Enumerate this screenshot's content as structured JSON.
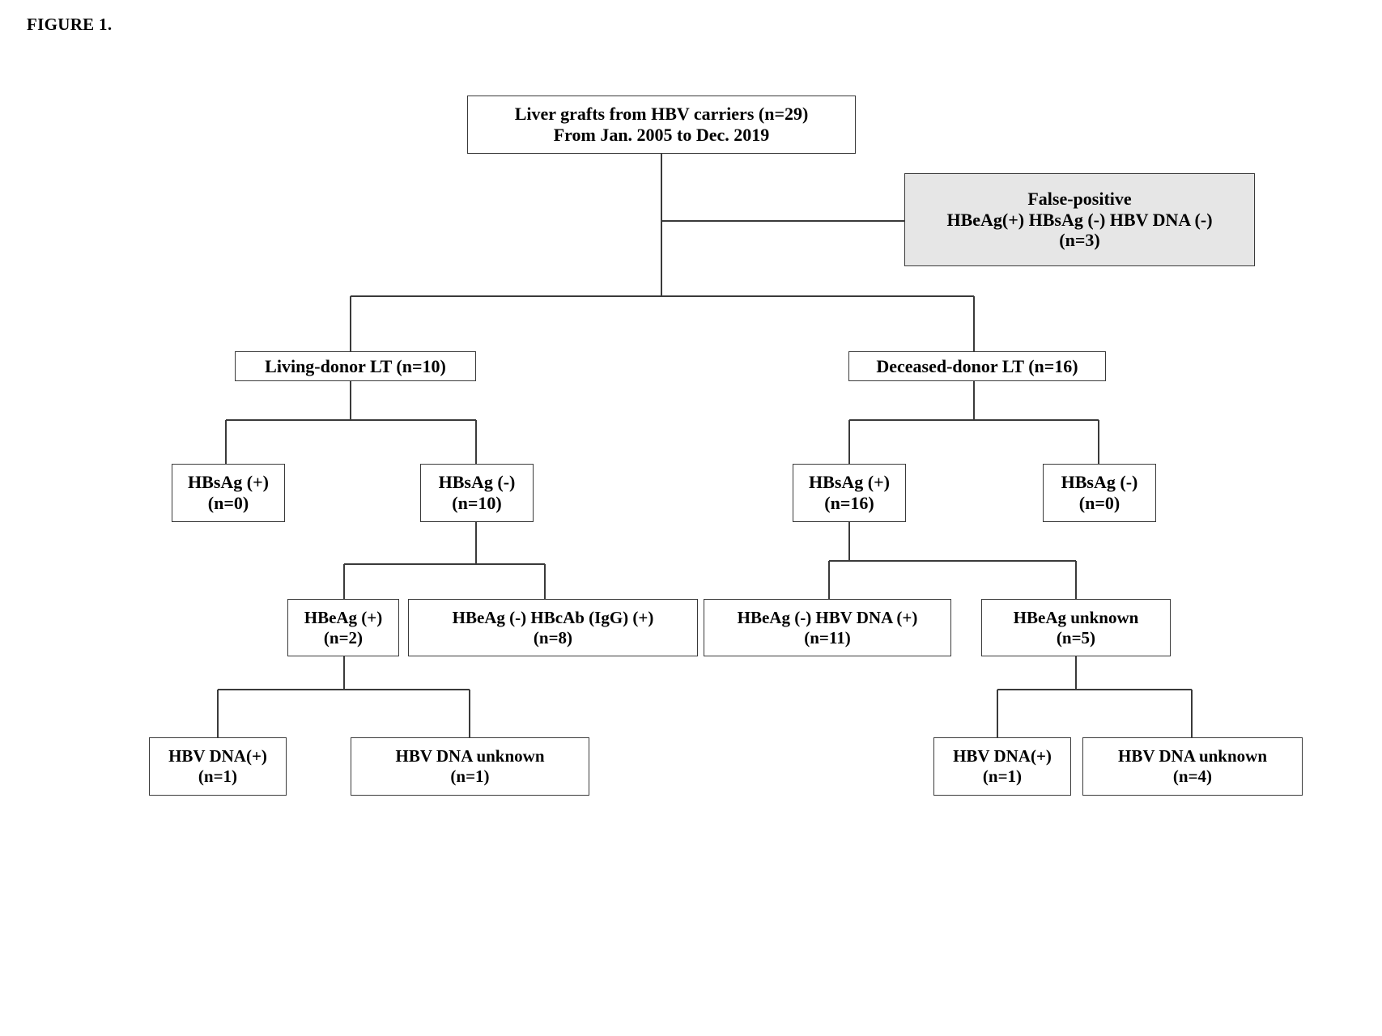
{
  "figure": {
    "title": "FIGURE 1."
  },
  "nodes": {
    "root": {
      "line1": "Liver grafts from HBV carriers (n=29)",
      "line2": "From Jan. 2005 to Dec. 2019"
    },
    "false_positive": {
      "line1": "False-positive",
      "line2": "HBeAg(+) HBsAg (-) HBV DNA (-)",
      "line3": "(n=3)",
      "fill_color": "#e6e6e6"
    },
    "living_donor": {
      "line1": "Living-donor LT (n=10)"
    },
    "deceased_donor": {
      "line1": "Deceased-donor LT (n=16)"
    },
    "ld_hbsag_pos": {
      "line1": "HBsAg (+)",
      "line2": "(n=0)"
    },
    "ld_hbsag_neg": {
      "line1": "HBsAg (-)",
      "line2": "(n=10)"
    },
    "dd_hbsag_pos": {
      "line1": "HBsAg (+)",
      "line2": "(n=16)"
    },
    "dd_hbsag_neg": {
      "line1": "HBsAg (-)",
      "line2": "(n=0)"
    },
    "ld_hbeag_pos": {
      "line1": "HBeAg (+)",
      "line2": "(n=2)"
    },
    "ld_hbeag_neg_hbcab": {
      "line1": "HBeAg (-) HBcAb (IgG) (+)",
      "line2": "(n=8)"
    },
    "dd_hbeag_neg_dna_pos": {
      "line1": "HBeAg (-) HBV DNA (+)",
      "line2": "(n=11)"
    },
    "dd_hbeag_unknown": {
      "line1": "HBeAg unknown",
      "line2": "(n=5)"
    },
    "ld_dna_pos": {
      "line1": "HBV DNA(+)",
      "line2": "(n=1)"
    },
    "ld_dna_unknown": {
      "line1": "HBV DNA unknown",
      "line2": "(n=1)"
    },
    "dd_dna_pos": {
      "line1": "HBV DNA(+)",
      "line2": "(n=1)"
    },
    "dd_dna_unknown": {
      "line1": "HBV DNA unknown",
      "line2": "(n=4)"
    }
  },
  "style": {
    "line_color": "#3a3a3a",
    "text_color": "#000000",
    "background": "#ffffff"
  }
}
